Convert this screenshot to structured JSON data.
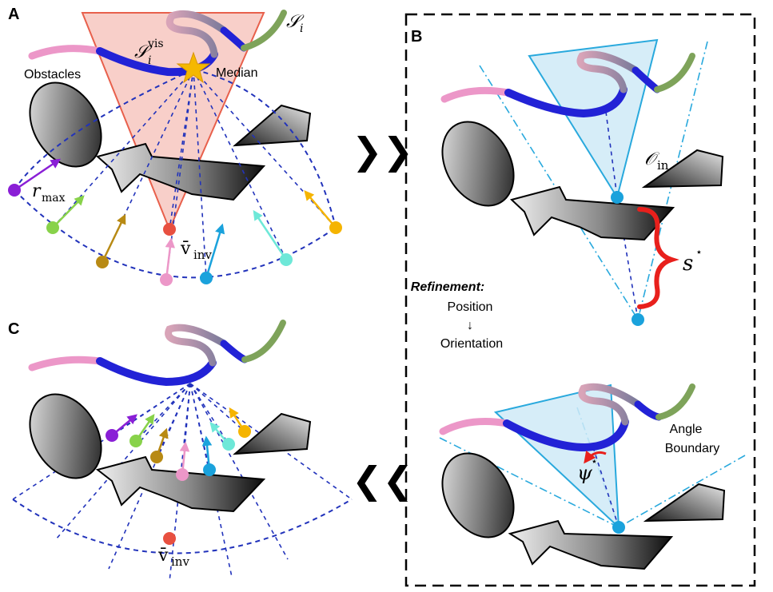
{
  "panels": {
    "a": "A",
    "b": "B",
    "c": "C"
  },
  "labels": {
    "obstacles": "Obstacles",
    "median": "Median",
    "angle_boundary_1": "Angle",
    "angle_boundary_2": "Boundary",
    "refinement_title": "Refinement:",
    "refinement_position": "Position",
    "refinement_arrow": "↓",
    "refinement_orientation": "Orientation"
  },
  "math": {
    "s_i": "𝒮",
    "s_i_sub": "i",
    "s_vis": "𝒮",
    "s_vis_sub": "i",
    "s_vis_sup": "vis",
    "r_max": "r",
    "r_max_sub": "max",
    "v_inv_a": "v̄",
    "v_inv_a_sub": "inv",
    "v_inv_c": "v̄",
    "v_inv_c_sub": "inv",
    "o_in": "𝒪",
    "o_in_sub": "in",
    "s_star": "s",
    "s_star_sup": "⋆",
    "psi_star": "ψ",
    "psi_star_sup": "⋆"
  },
  "glyphs": {
    "forward": "❯❯",
    "back": "❮❮"
  },
  "colors": {
    "fov_red_fill": "#f7c7c0",
    "fov_red_stroke": "#e8604c",
    "fov_blue_fill": "#cfeaf7",
    "fov_blue_stroke": "#29a9dd",
    "path_pink": "#ec97c8",
    "path_blue": "#2222d6",
    "path_green": "#7ea35a",
    "dash_blue": "#2233bb"
  }
}
